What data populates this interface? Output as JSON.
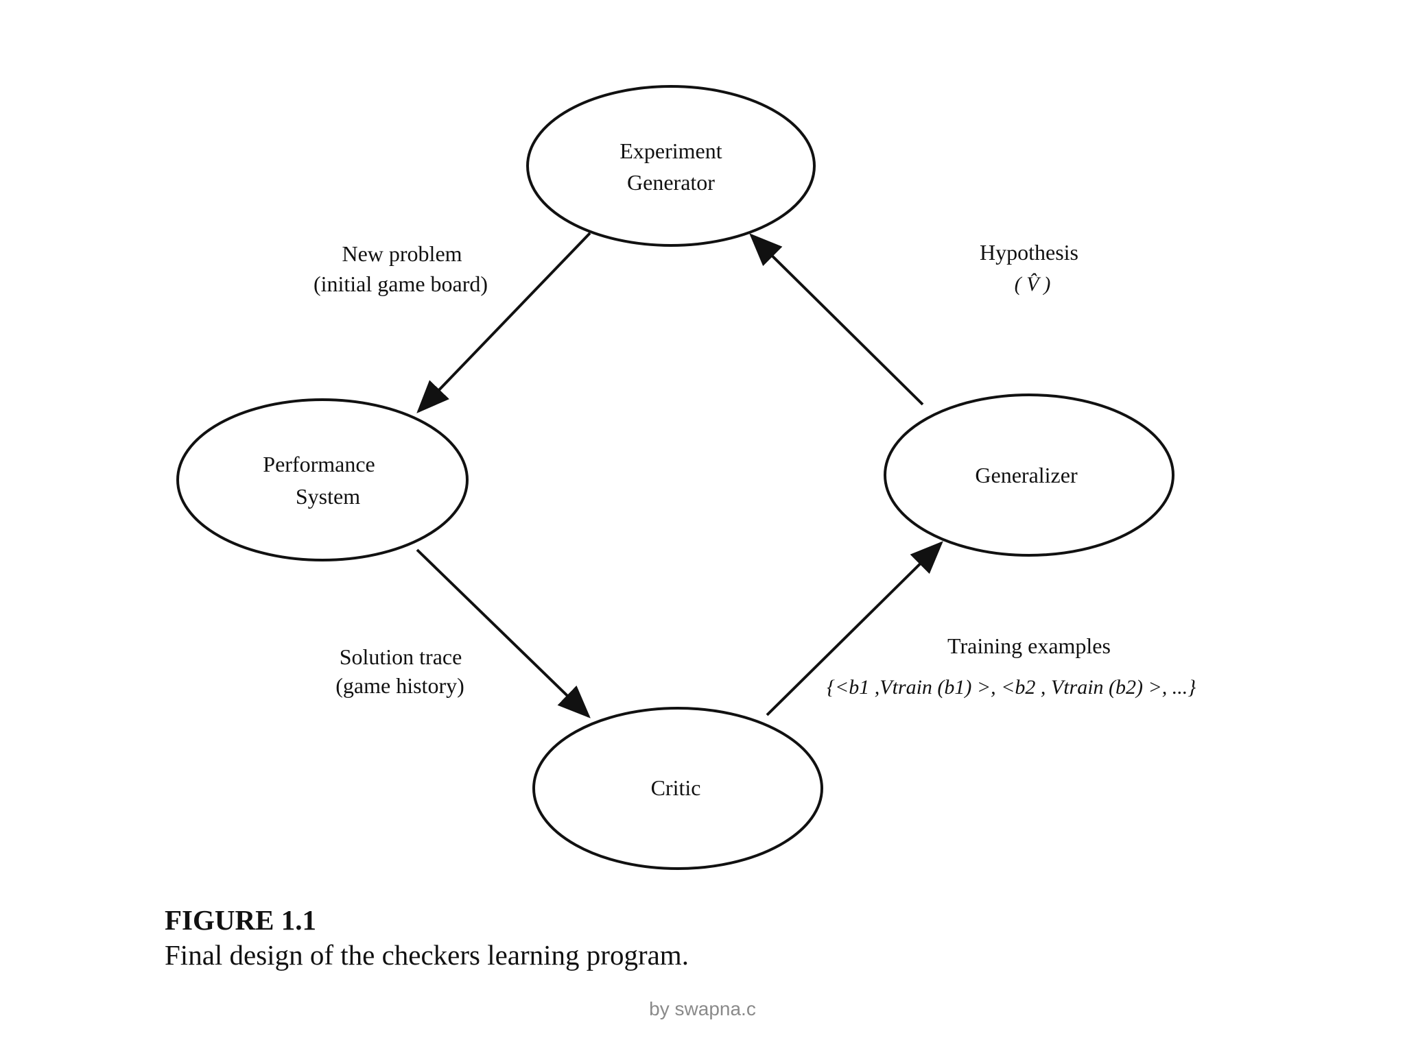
{
  "nodes": {
    "experiment_generator": [
      "Experiment",
      "Generator"
    ],
    "performance_system": [
      "Performance",
      "System"
    ],
    "generalizer": [
      "Generalizer"
    ],
    "critic": [
      "Critic"
    ]
  },
  "edges": {
    "new_problem": {
      "line1": "New problem",
      "line2": "(initial game board)"
    },
    "hypothesis": {
      "line1": "Hypothesis",
      "line2": "( V̂ )"
    },
    "solution_trace": {
      "line1": "Solution trace",
      "line2": "(game history)"
    },
    "training_examples": {
      "line1": "Training examples",
      "line2": "{<b1 ,Vtrain (b1) >, <b2 , Vtrain (b2) >, ...}"
    }
  },
  "caption": {
    "title": "FIGURE 1.1",
    "text": "Final design of the checkers learning program."
  },
  "footer": "by swapna.c"
}
